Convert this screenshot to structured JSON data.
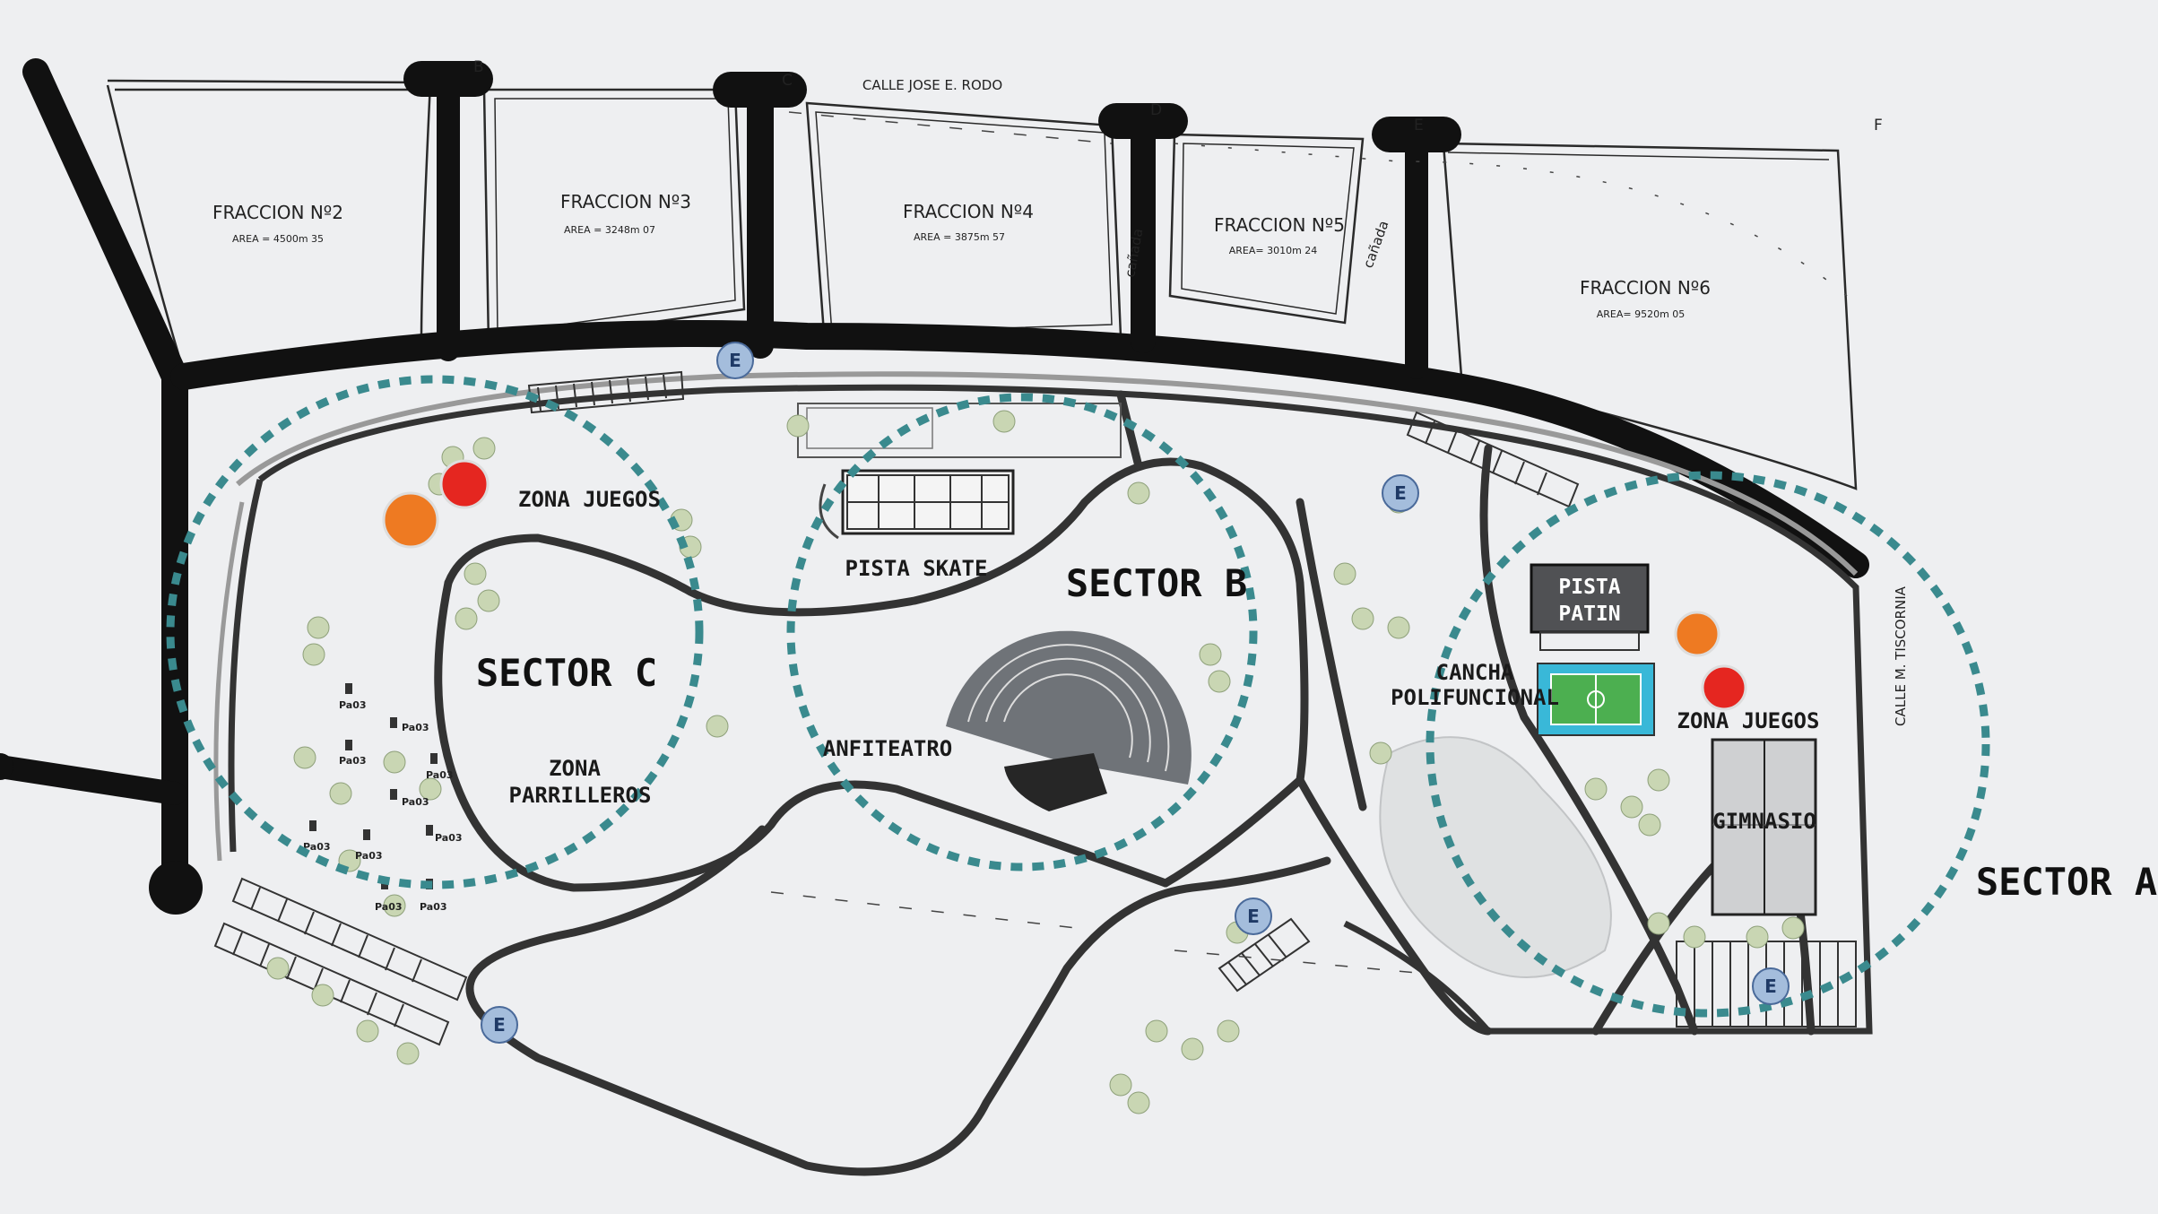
{
  "plots": [
    {
      "name": "FRACCION Nº2",
      "area": "AREA = 4500m 35"
    },
    {
      "name": "FRACCION Nº3",
      "area": "AREA = 3248m 07"
    },
    {
      "name": "FRACCION Nº4",
      "area": "AREA = 3875m 57"
    },
    {
      "name": "FRACCION Nº5",
      "area": "AREA= 3010m 24"
    },
    {
      "name": "FRACCION Nº6",
      "area": "AREA= 9520m 05"
    }
  ],
  "streets": {
    "north": "CALLE JOSE E. RODO",
    "east": "CALLE M. TISCORNIA",
    "canada_1": "cañada",
    "canada_2": "cañada"
  },
  "point_letters": [
    "B",
    "C",
    "D",
    "E",
    "F"
  ],
  "sectors": {
    "a": "SECTOR A",
    "b": "SECTOR B",
    "c": "SECTOR C"
  },
  "zones": {
    "juegos_c": "ZONA JUEGOS",
    "parrilleros_line1": "ZONA",
    "parrilleros_line2": "PARRILLEROS",
    "pista_skate": "PISTA SKATE",
    "anfiteatro": "ANFITEATRO",
    "cancha_line1": "CANCHA",
    "cancha_line2": "POLIFUNCIONAL",
    "pista_patin_line1": "PISTA",
    "pista_patin_line2": "PATIN",
    "juegos_a": "ZONA JUEGOS",
    "gimnasio": "GIMNASIO"
  },
  "grill_label": "Pa03",
  "entrance_label": "E",
  "colors": {
    "road": "#111111",
    "park_path": "#333333",
    "sector_circle": "#3a8a8e",
    "entrance_marker": "#a4bddc",
    "play_orange": "#ee7a22",
    "play_red": "#e52620",
    "court_blue": "#39b8d8",
    "court_green": "#4caf50",
    "tree_green": "#c9d6b3"
  }
}
